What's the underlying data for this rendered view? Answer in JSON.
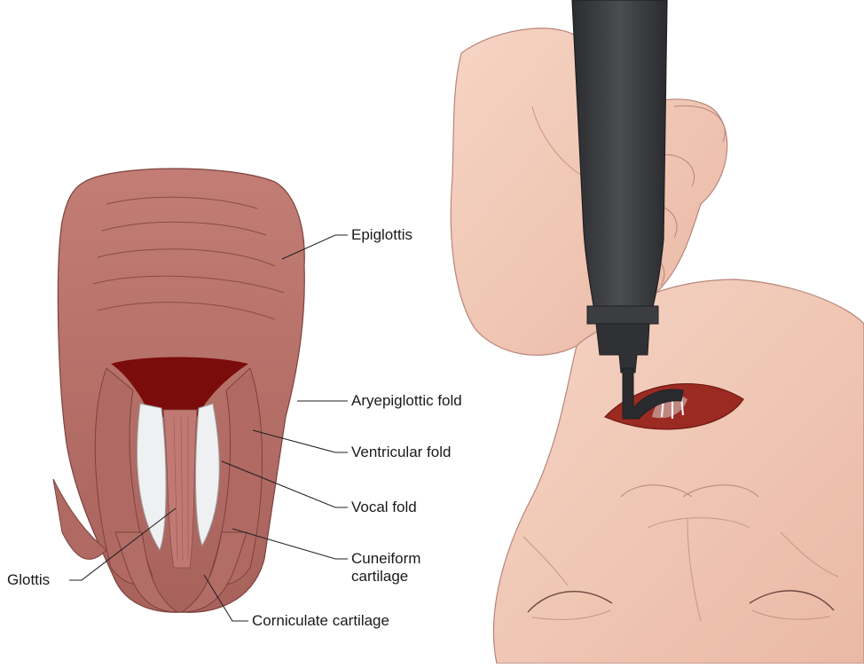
{
  "labels": {
    "epiglottis": "Epiglottis",
    "aryepiglottic_fold": "Aryepiglottic fold",
    "ventricular_fold": "Ventricular fold",
    "vocal_fold": "Vocal fold",
    "cuneiform_line1": "Cuneiform",
    "cuneiform_line2": "cartilage",
    "glottis": "Glottis",
    "corniculate_cartilage": "Corniculate cartilage"
  },
  "colors": {
    "tissue": "#b5716a",
    "tissue_dark": "#8e4d48",
    "lumen": "#7a0c0c",
    "vocal_cord": "#eef0f1",
    "skin": "#f3c9b6",
    "skin_line": "#b7857a",
    "scope": "#3b3d40"
  }
}
